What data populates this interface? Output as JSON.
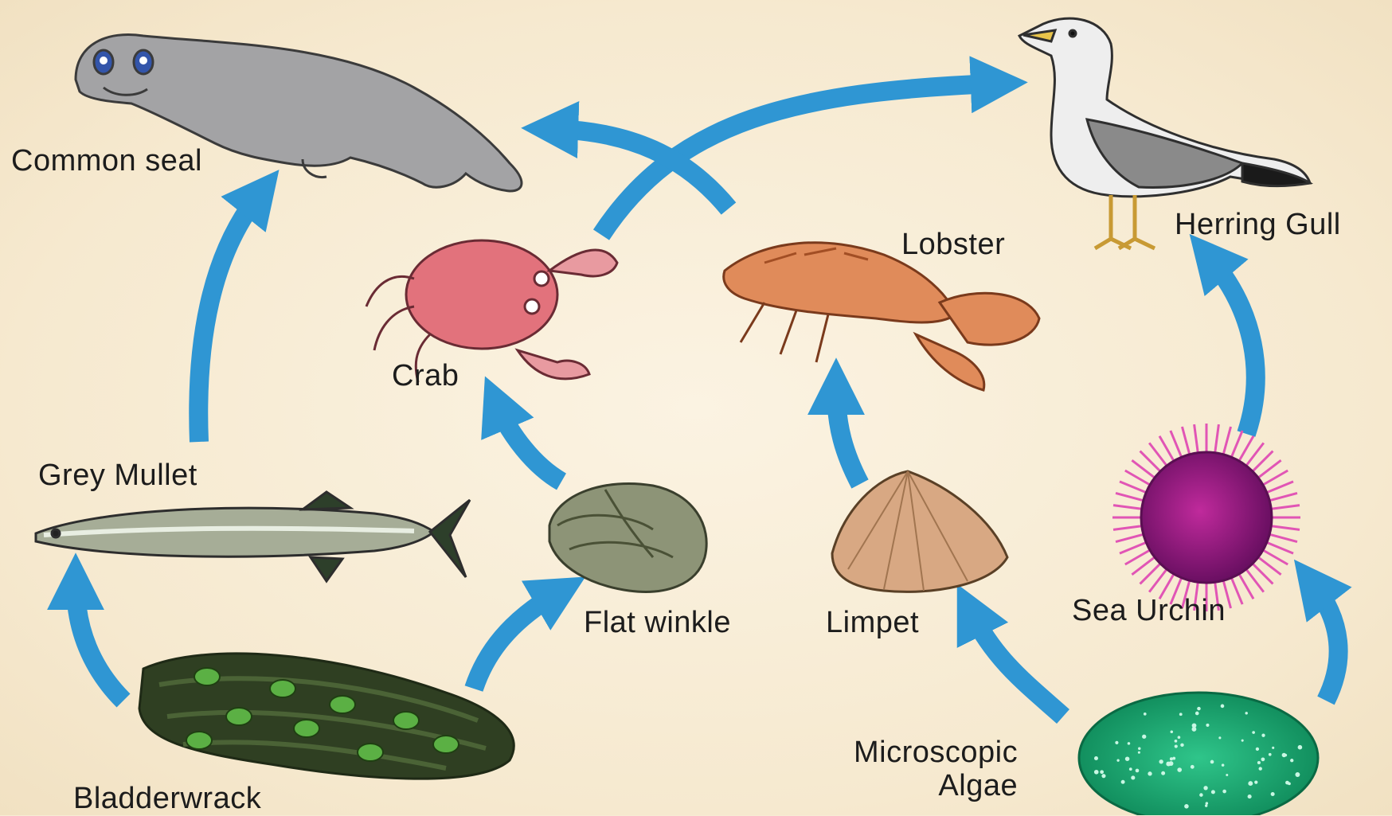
{
  "organisms": {
    "common_seal": "Common seal",
    "herring_gull": "Herring Gull",
    "lobster": "Lobster",
    "crab": "Crab",
    "grey_mullet": "Grey Mullet",
    "flat_winkle": "Flat winkle",
    "limpet": "Limpet",
    "sea_urchin": "Sea Urchin",
    "microscopic_algae": "Microscopic\nAlgae",
    "bladderwrack": "Bladderwrack"
  },
  "colors": {
    "arrow": "#2f96d3",
    "background": "#f7ecd4"
  },
  "links": [
    {
      "from": "Bladderwrack",
      "to": "Grey Mullet"
    },
    {
      "from": "Bladderwrack",
      "to": "Flat winkle"
    },
    {
      "from": "Grey Mullet",
      "to": "Common seal"
    },
    {
      "from": "Flat winkle",
      "to": "Crab"
    },
    {
      "from": "Crab",
      "to": "Herring Gull"
    },
    {
      "from": "Lobster",
      "to": "Common seal"
    },
    {
      "from": "Limpet",
      "to": "Lobster"
    },
    {
      "from": "Microscopic Algae",
      "to": "Limpet"
    },
    {
      "from": "Microscopic Algae",
      "to": "Sea Urchin"
    },
    {
      "from": "Sea Urchin",
      "to": "Herring Gull"
    }
  ]
}
